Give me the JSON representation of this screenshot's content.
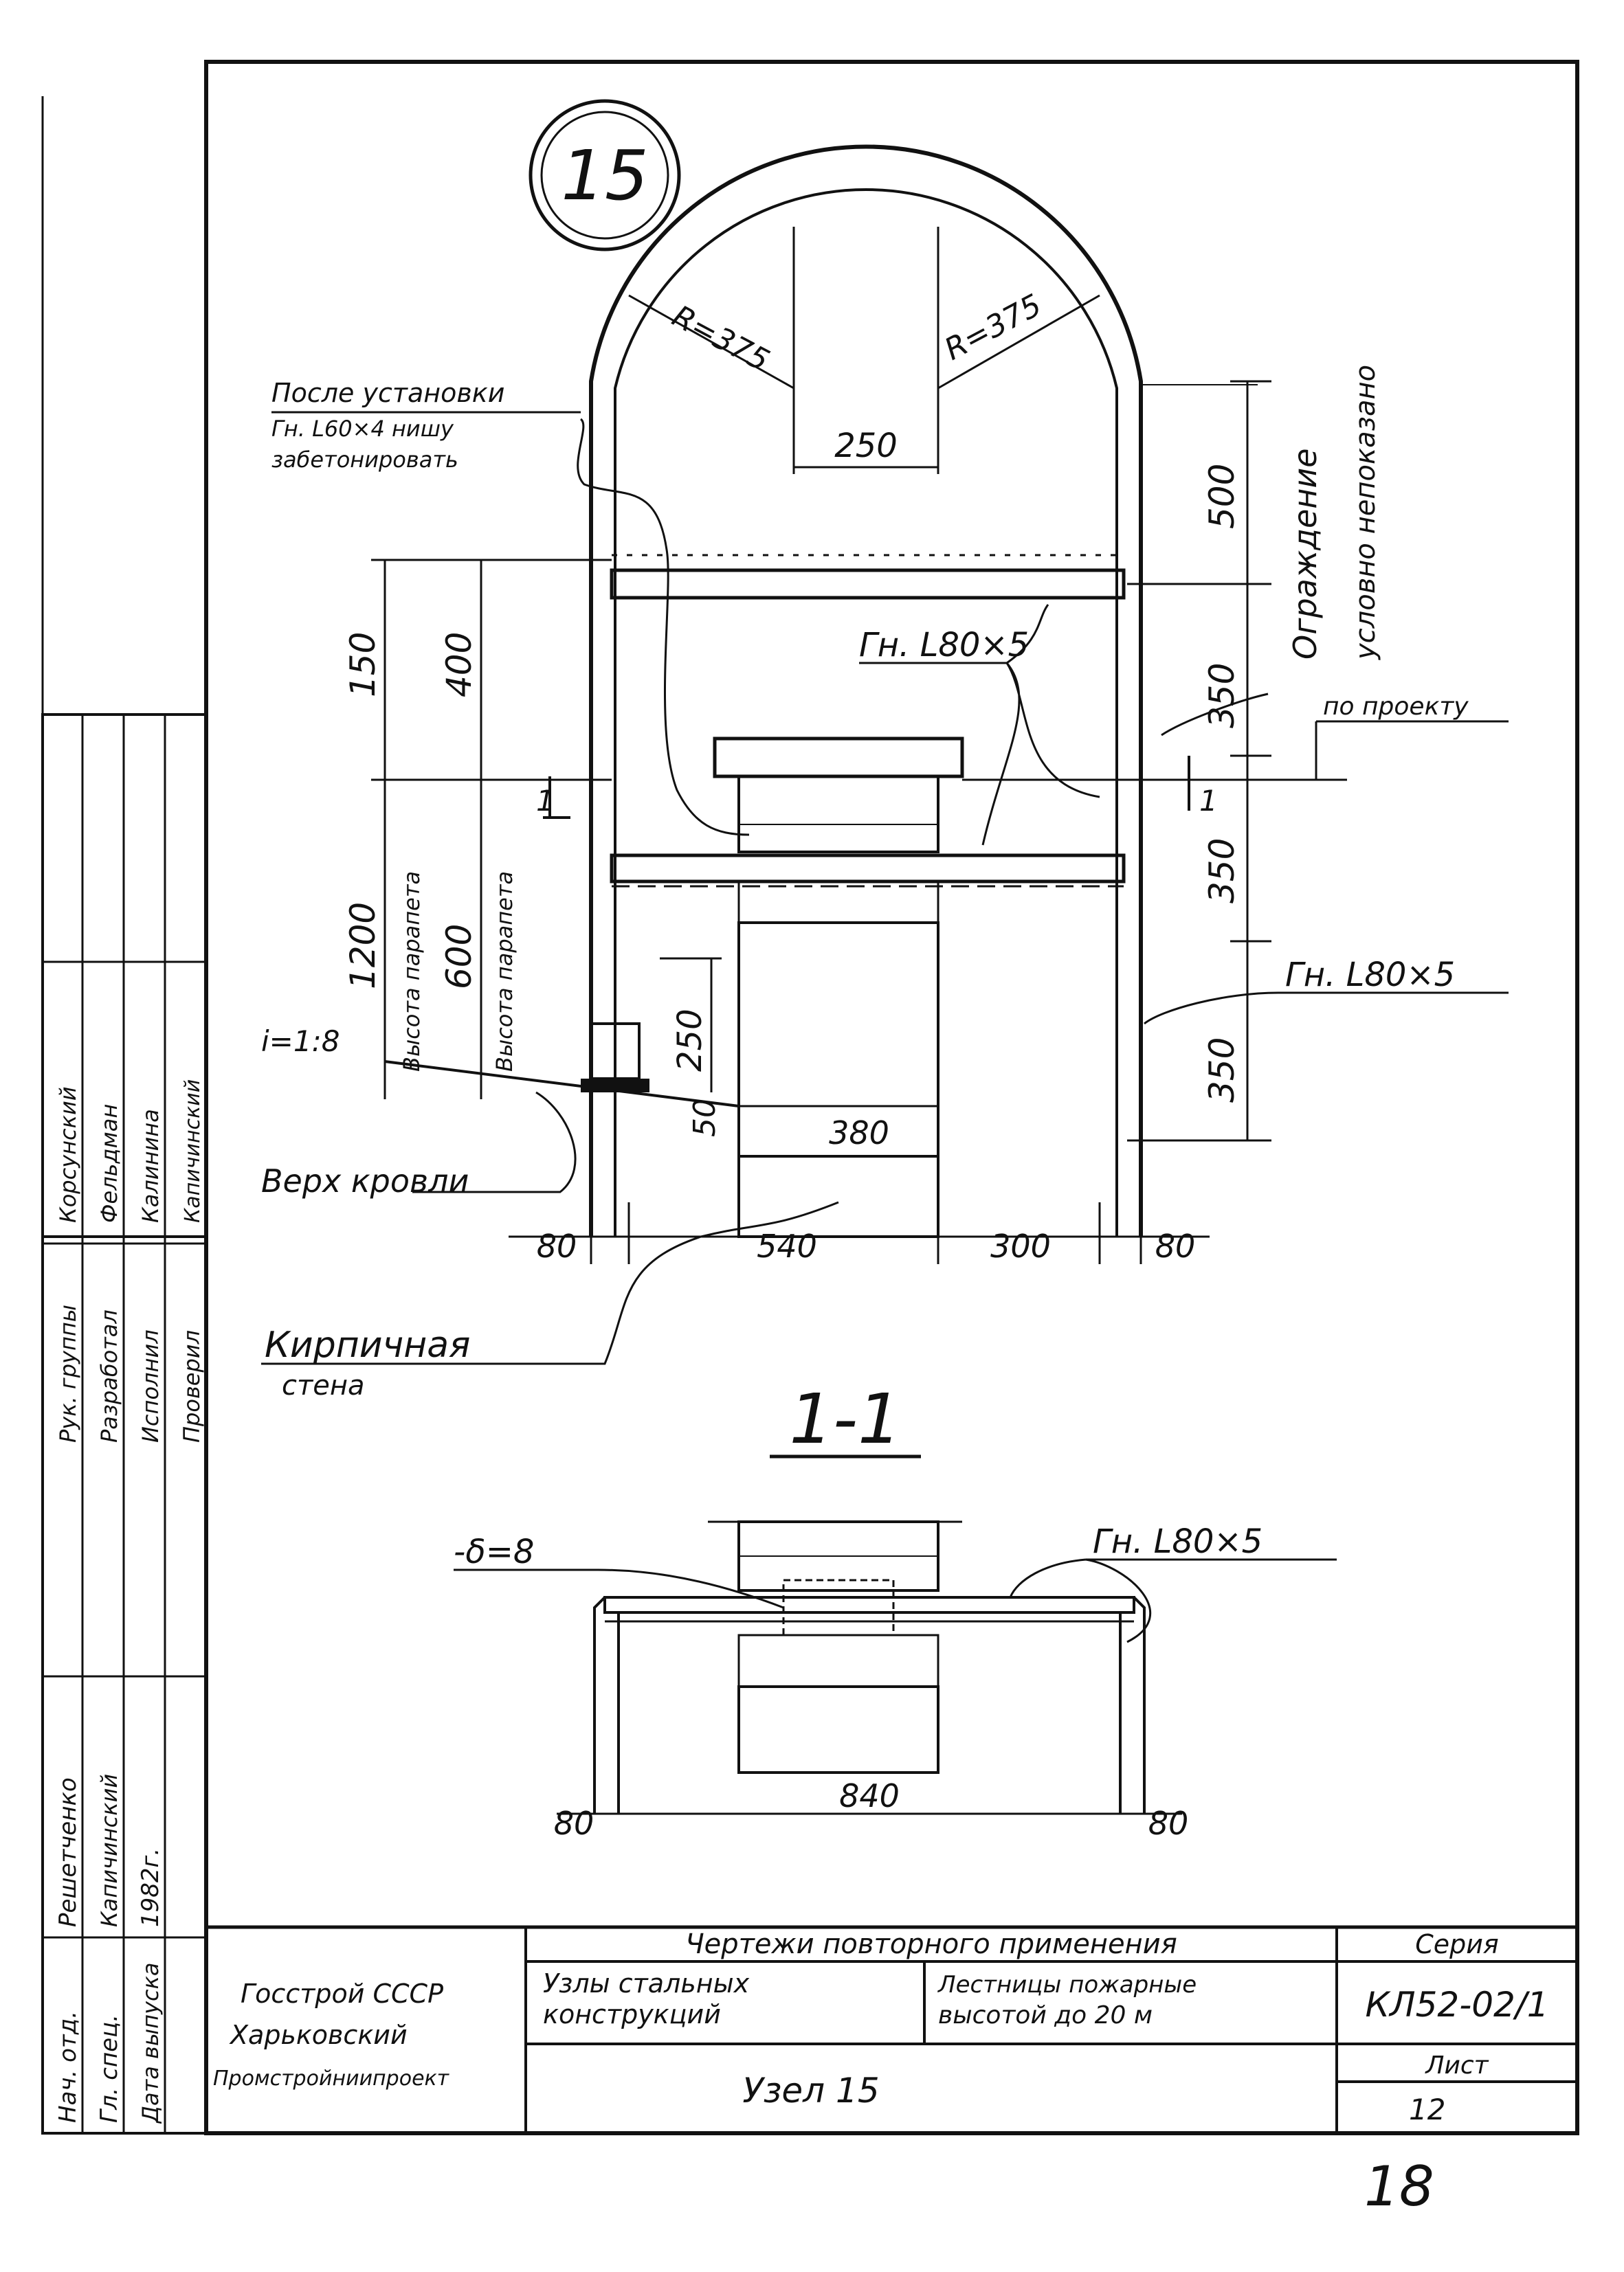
{
  "node_number": "15",
  "dimensions": {
    "radius_left": "R=375",
    "radius_right": "R=375",
    "arch_span": "250",
    "right_500": "500",
    "right_350_top": "350",
    "right_350_mid": "350",
    "right_350_bot": "350",
    "left_150": "150",
    "left_400": "400",
    "left_1200": "1200",
    "left_600": "600",
    "inner_250": "250",
    "inner_50": "50",
    "wall_380": "380",
    "bottom_80_left": "80",
    "bottom_540": "540",
    "bottom_300": "300",
    "bottom_80_right": "80",
    "section_80_left": "80",
    "section_840": "840",
    "section_80_right": "80"
  },
  "labels": {
    "note_line1": "После установки",
    "note_line2": "Гн. L60×4 нишу",
    "note_line3": "забетонировать",
    "angle_top": "Гн. L80×5",
    "angle_right": "Гн. L80×5",
    "angle_section": "Гн. L80×5",
    "fence_line1": "Ограждение",
    "fence_line2": "условно непоказано",
    "by_project": "по проекту",
    "parapet_height_1": "Высота парапета",
    "parapet_height_2": "Высота парапета",
    "slope": "i=1:8",
    "roof_top": "Верх кровли",
    "brick_wall_1": "Кирпичная",
    "brick_wall_2": "стена",
    "section_title": "1-1",
    "plate": "-δ=8",
    "section_mark_left": "1",
    "section_mark_right": "1"
  },
  "side_stamp": {
    "roles": [
      "Нач. отд.",
      "Гл. спец.",
      "Дата выпуска",
      "Рук. группы",
      "Разработал",
      "Исполнил",
      "Проверил"
    ],
    "names": [
      "Решетченко",
      "Капичинский",
      "1982г.",
      "Корсунский",
      "Фельдман",
      "Калинина",
      "Капичинский"
    ]
  },
  "title_block": {
    "org_line1": "Госстрой СССР",
    "org_line2": "Харьковский",
    "org_line3": "Промстройниипроект",
    "header": "Чертежи повторного применения",
    "topic_line1": "Узлы стальных",
    "topic_line2": "конструкций",
    "subject_line1": "Лестницы пожарные",
    "subject_line2": "высотой до 20 м",
    "node_title": "Узел 15",
    "series_label": "Серия",
    "series_value": "КЛ52-02/1",
    "sheet_label": "Лист",
    "sheet_value": "12"
  },
  "page_number": "18"
}
